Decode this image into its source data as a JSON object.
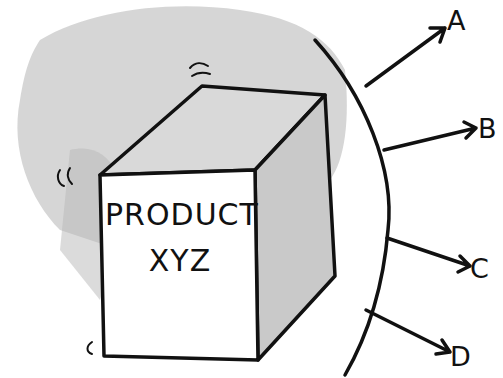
{
  "diagram": {
    "nodes": [
      {
        "text": [
          "PRODUCT XYZ"
        ]
      }
    ],
    "labels": [
      "A",
      "B",
      "C",
      "D"
    ]
  }
}
